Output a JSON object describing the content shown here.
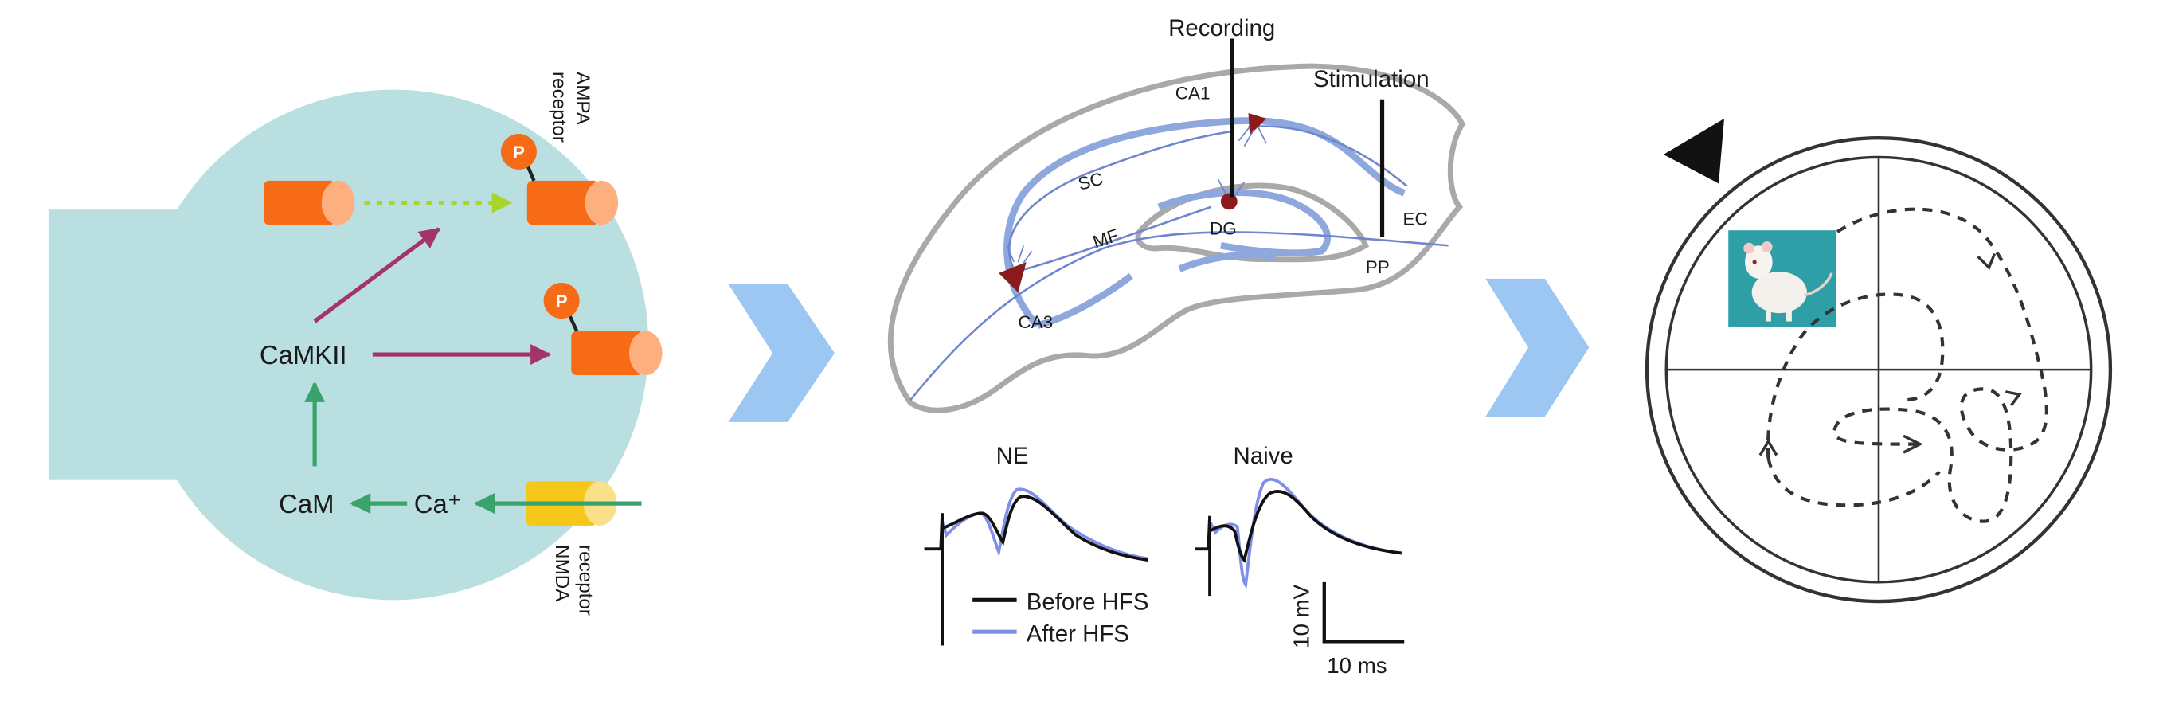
{
  "synapse": {
    "ampa_label_1": "AMPA",
    "ampa_label_2": "receptor",
    "nmda_label_1": "NMDA",
    "nmda_label_2": "receptor",
    "camkii": "CaMKII",
    "cam": "CaM",
    "ca": "Ca⁺",
    "p_badge": "P",
    "colors": {
      "cell": "#b9dfe1",
      "receptor": "#f86b16",
      "receptor_cap": "#fdb07e",
      "nmda": "#f7c61b",
      "purple_arrow": "#a4336c",
      "green_arrow": "#3aa36b",
      "dotted_arrow": "#a8d42b"
    }
  },
  "hippocampus": {
    "recording": "Recording",
    "stimulation": "Stimulation",
    "ca1": "CA1",
    "ca3": "CA3",
    "sc": "SC",
    "mf": "MF",
    "dg": "DG",
    "pp": "PP",
    "ec": "EC"
  },
  "traces": {
    "ne_title": "NE",
    "naive_title": "Naive",
    "legend_before": "Before HFS",
    "legend_after": "After HFS",
    "scale_y": "10 mV",
    "scale_x": "10 ms",
    "colors": {
      "before": "#111111",
      "after": "#7f8ee8"
    }
  },
  "maze": {
    "arrow_color": "#9cc7f2"
  }
}
